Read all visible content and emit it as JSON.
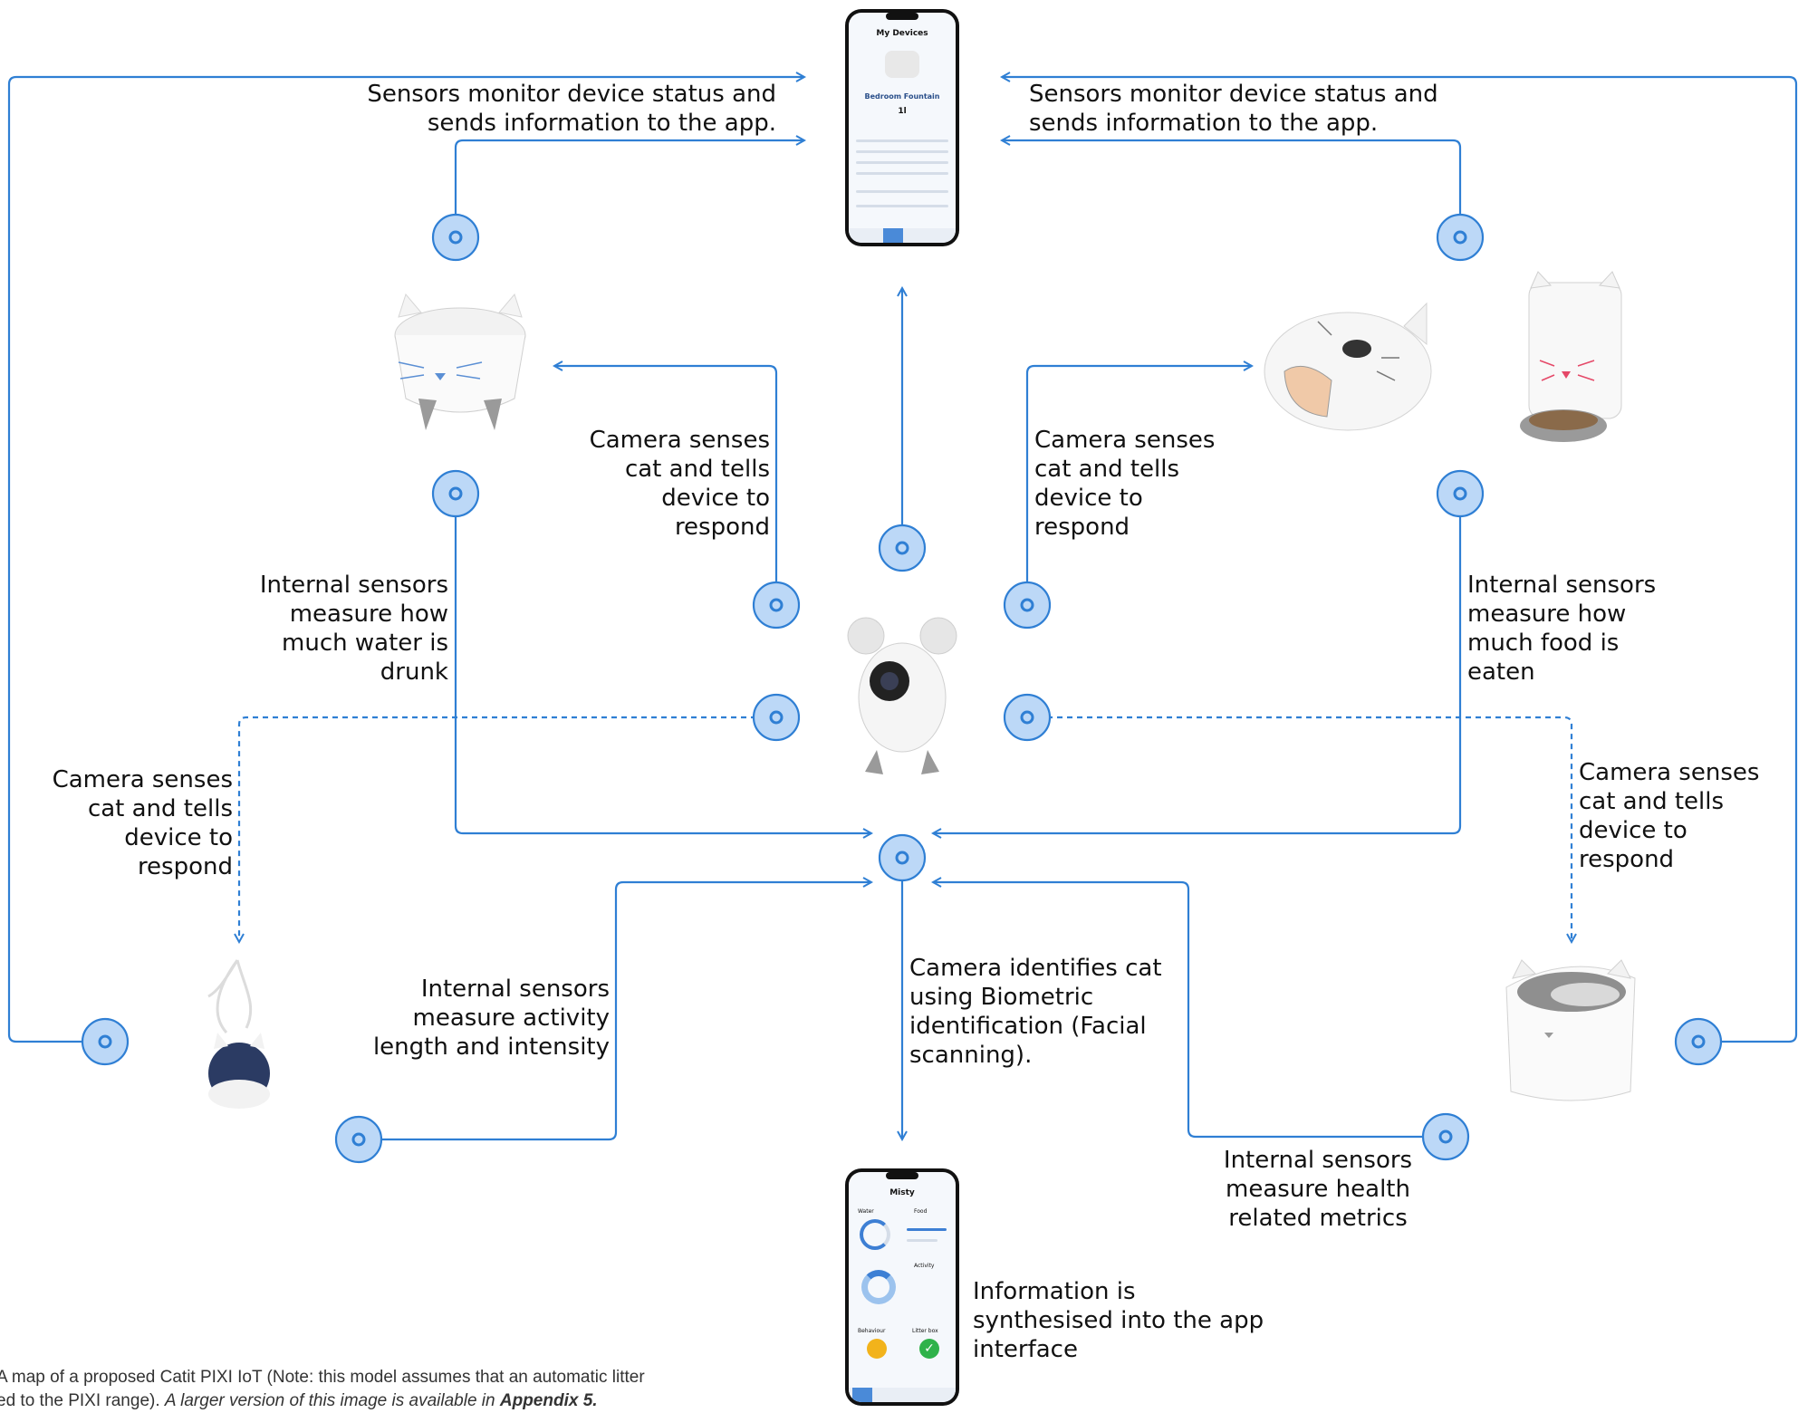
{
  "labels": {
    "status_left": [
      "Sensors monitor device status and",
      "sends information to the app."
    ],
    "status_right": [
      "Sensors monitor device status and",
      "sends information to the app."
    ],
    "camera_fountain": [
      "Camera senses",
      "cat and tells",
      "device to",
      "respond"
    ],
    "camera_feeder": [
      "Camera senses",
      "cat and tells",
      "device to",
      "respond"
    ],
    "water": [
      "Internal sensors",
      "measure how",
      "much water is",
      "drunk"
    ],
    "food": [
      "Internal sensors",
      "measure how",
      "much food is",
      "eaten"
    ],
    "camera_toy": [
      "Camera senses",
      "cat and tells",
      "device to",
      "respond"
    ],
    "camera_litter": [
      "Camera senses",
      "cat and tells",
      "device to",
      "respond"
    ],
    "activity": [
      "Internal sensors",
      "measure activity",
      "length and intensity"
    ],
    "biometric": [
      "Camera identifies cat",
      "using Biometric",
      "identification (Facial",
      "scanning)."
    ],
    "health": [
      "Internal sensors",
      "measure health",
      "related metrics"
    ],
    "synth": [
      "Information is",
      "synthesised into the app",
      "interface"
    ]
  },
  "phone_top": {
    "title": "My Devices",
    "device": "Bedroom Fountain",
    "level": "1l"
  },
  "phone_bottom": {
    "title": "Misty",
    "water": "Water",
    "food": "Food",
    "activity": "Activity",
    "behaviour": "Behaviour",
    "litter": "Litter box"
  },
  "caption": {
    "line1": "A map of a proposed Catit PIXI IoT (Note: this model assumes that an automatic litter",
    "line2_plain": "ed to the PIXI range). ",
    "line2_italic": "A larger version of this image is available in ",
    "line2_bold": "Appendix 5."
  },
  "colors": {
    "line": "#2f7fd4",
    "node_fill": "#bcd8f7",
    "node_stroke": "#2f7fd4"
  }
}
